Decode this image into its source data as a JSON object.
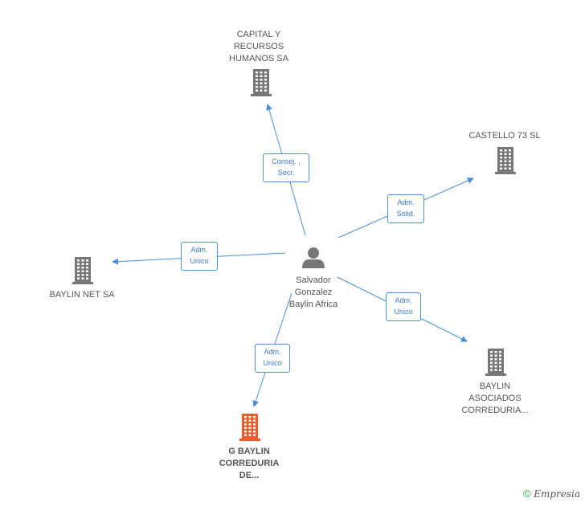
{
  "center_person": {
    "icon": "person-icon",
    "label_lines": [
      "Salvador",
      "Gonzalez",
      "Baylin Africa"
    ]
  },
  "companies": [
    {
      "id": "capital",
      "icon": "building-icon",
      "color": "#777777",
      "label_lines": [
        "CAPITAL Y",
        "RECURSOS",
        "HUMANOS SA"
      ]
    },
    {
      "id": "castello",
      "icon": "building-icon",
      "color": "#777777",
      "label_lines": [
        "CASTELLO 73 SL"
      ]
    },
    {
      "id": "baylin-net",
      "icon": "building-icon",
      "color": "#777777",
      "label_lines": [
        "BAYLIN NET SA"
      ]
    },
    {
      "id": "baylin-asociados",
      "icon": "building-icon",
      "color": "#777777",
      "label_lines": [
        "BAYLIN",
        "ASOCIADOS",
        "CORREDURIA..."
      ]
    },
    {
      "id": "g-baylin",
      "icon": "building-icon",
      "color": "#f05a28",
      "label_lines": [
        "G BAYLIN",
        "CORREDURIA",
        "DE..."
      ]
    }
  ],
  "relations": [
    {
      "target": "capital",
      "lines": [
        "Consej. ,",
        "Secr."
      ]
    },
    {
      "target": "castello",
      "lines": [
        "Adm.",
        "Solid."
      ]
    },
    {
      "target": "baylin-net",
      "lines": [
        "Adm.",
        "Unico"
      ]
    },
    {
      "target": "baylin-asociados",
      "lines": [
        "Adm.",
        "Unico"
      ]
    },
    {
      "target": "g-baylin",
      "lines": [
        "Adm.",
        "Unico"
      ]
    }
  ],
  "colors": {
    "edge": "#4a8fd8",
    "building": "#777777",
    "highlight": "#f05a28"
  },
  "footer": {
    "copyright": "©",
    "brand": "Empresia"
  }
}
